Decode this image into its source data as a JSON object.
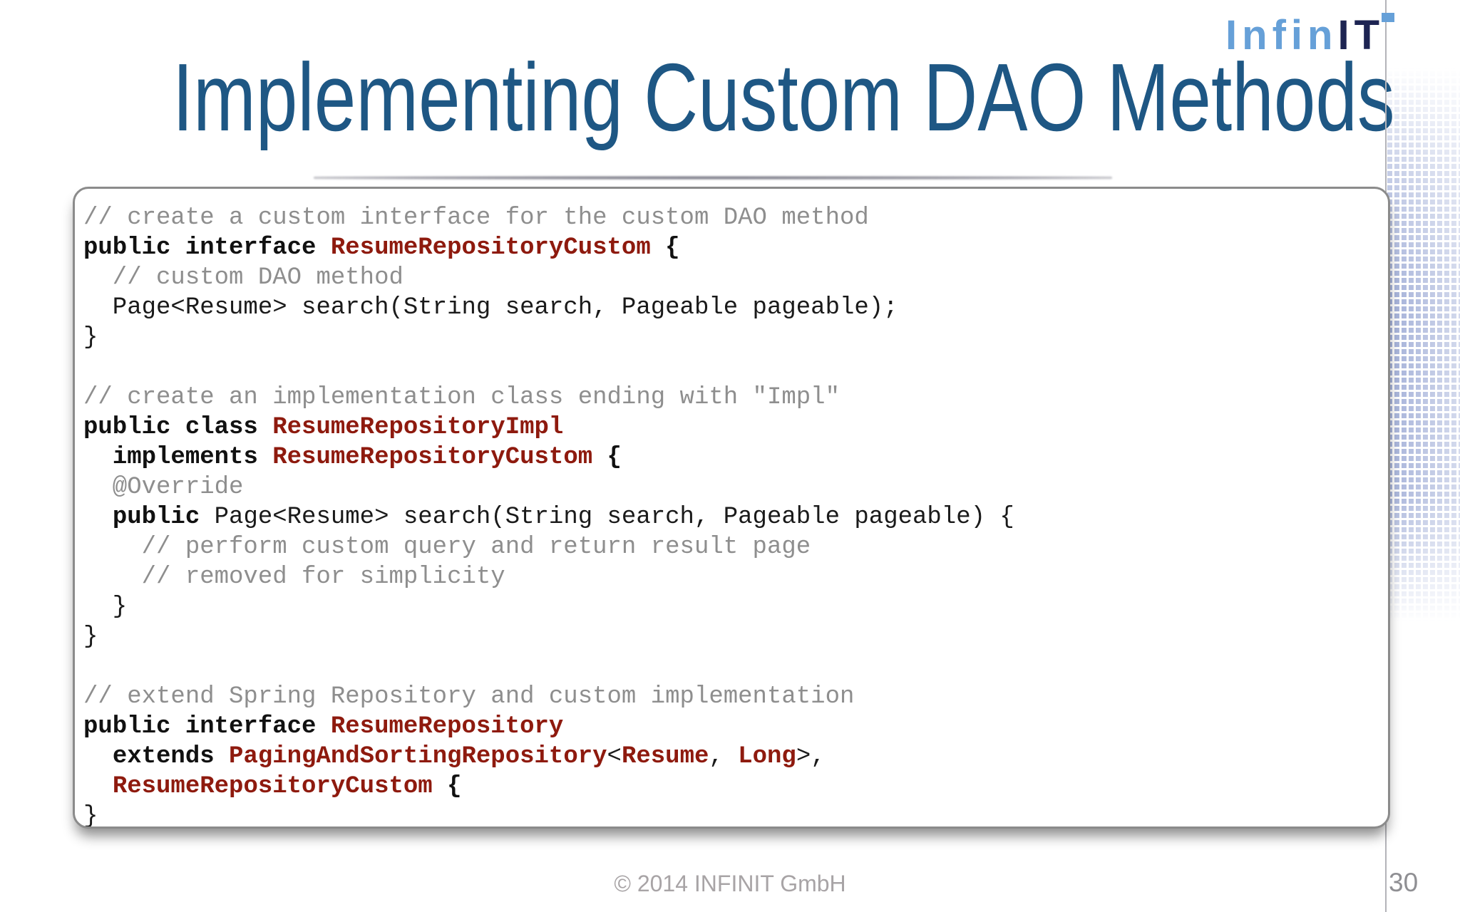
{
  "title": "Implementing Custom DAO Methods",
  "logo": {
    "part1": "Infin",
    "part2": "IT"
  },
  "footer": {
    "copyright": "© 2014 INFINIT GmbH",
    "page_number": "30"
  },
  "colors": {
    "title_blue": "#1e5784",
    "logo_light_blue": "#66a0d8",
    "logo_dark_navy": "#1d2452",
    "code_type_red": "#8e1a0e",
    "code_keyword_black": "#111111",
    "code_comment_gray": "#8e8e8e"
  },
  "code": {
    "lines": [
      [
        {
          "style": "comment",
          "text": "// create a custom interface for the custom DAO method"
        }
      ],
      [
        {
          "style": "keyword",
          "text": "public interface "
        },
        {
          "style": "type",
          "text": "ResumeRepositoryCustom"
        },
        {
          "style": "keyword",
          "text": " {"
        }
      ],
      [
        {
          "style": "comment",
          "text": "  // custom DAO method"
        }
      ],
      [
        {
          "style": "plain",
          "text": "  Page<Resume> search(String search, Pageable pageable);"
        }
      ],
      [
        {
          "style": "plain",
          "text": "}"
        }
      ],
      [],
      [
        {
          "style": "comment",
          "text": "// create an implementation class ending with \"Impl\""
        }
      ],
      [
        {
          "style": "keyword",
          "text": "public class "
        },
        {
          "style": "type",
          "text": "ResumeRepositoryImpl"
        }
      ],
      [
        {
          "style": "plain",
          "text": "  "
        },
        {
          "style": "keyword",
          "text": "implements "
        },
        {
          "style": "type",
          "text": "ResumeRepositoryCustom"
        },
        {
          "style": "keyword",
          "text": " {"
        }
      ],
      [
        {
          "style": "comment",
          "text": "  @Override"
        }
      ],
      [
        {
          "style": "plain",
          "text": "  "
        },
        {
          "style": "keyword",
          "text": "public"
        },
        {
          "style": "plain",
          "text": " Page<Resume> search(String search, Pageable pageable) {"
        }
      ],
      [
        {
          "style": "comment",
          "text": "    // perform custom query and return result page"
        }
      ],
      [
        {
          "style": "comment",
          "text": "    // removed for simplicity"
        }
      ],
      [
        {
          "style": "plain",
          "text": "  }"
        }
      ],
      [
        {
          "style": "plain",
          "text": "}"
        }
      ],
      [],
      [
        {
          "style": "comment",
          "text": "// extend Spring Repository and custom implementation"
        }
      ],
      [
        {
          "style": "keyword",
          "text": "public interface "
        },
        {
          "style": "type",
          "text": "ResumeRepository"
        }
      ],
      [
        {
          "style": "plain",
          "text": "  "
        },
        {
          "style": "keyword",
          "text": "extends "
        },
        {
          "style": "type",
          "text": "PagingAndSortingRepository"
        },
        {
          "style": "plain",
          "text": "<"
        },
        {
          "style": "type",
          "text": "Resume"
        },
        {
          "style": "plain",
          "text": ", "
        },
        {
          "style": "type",
          "text": "Long"
        },
        {
          "style": "plain",
          "text": ">,"
        }
      ],
      [
        {
          "style": "plain",
          "text": "  "
        },
        {
          "style": "type",
          "text": "ResumeRepositoryCustom"
        },
        {
          "style": "keyword",
          "text": " {"
        }
      ],
      [
        {
          "style": "plain",
          "text": "}"
        }
      ]
    ]
  }
}
